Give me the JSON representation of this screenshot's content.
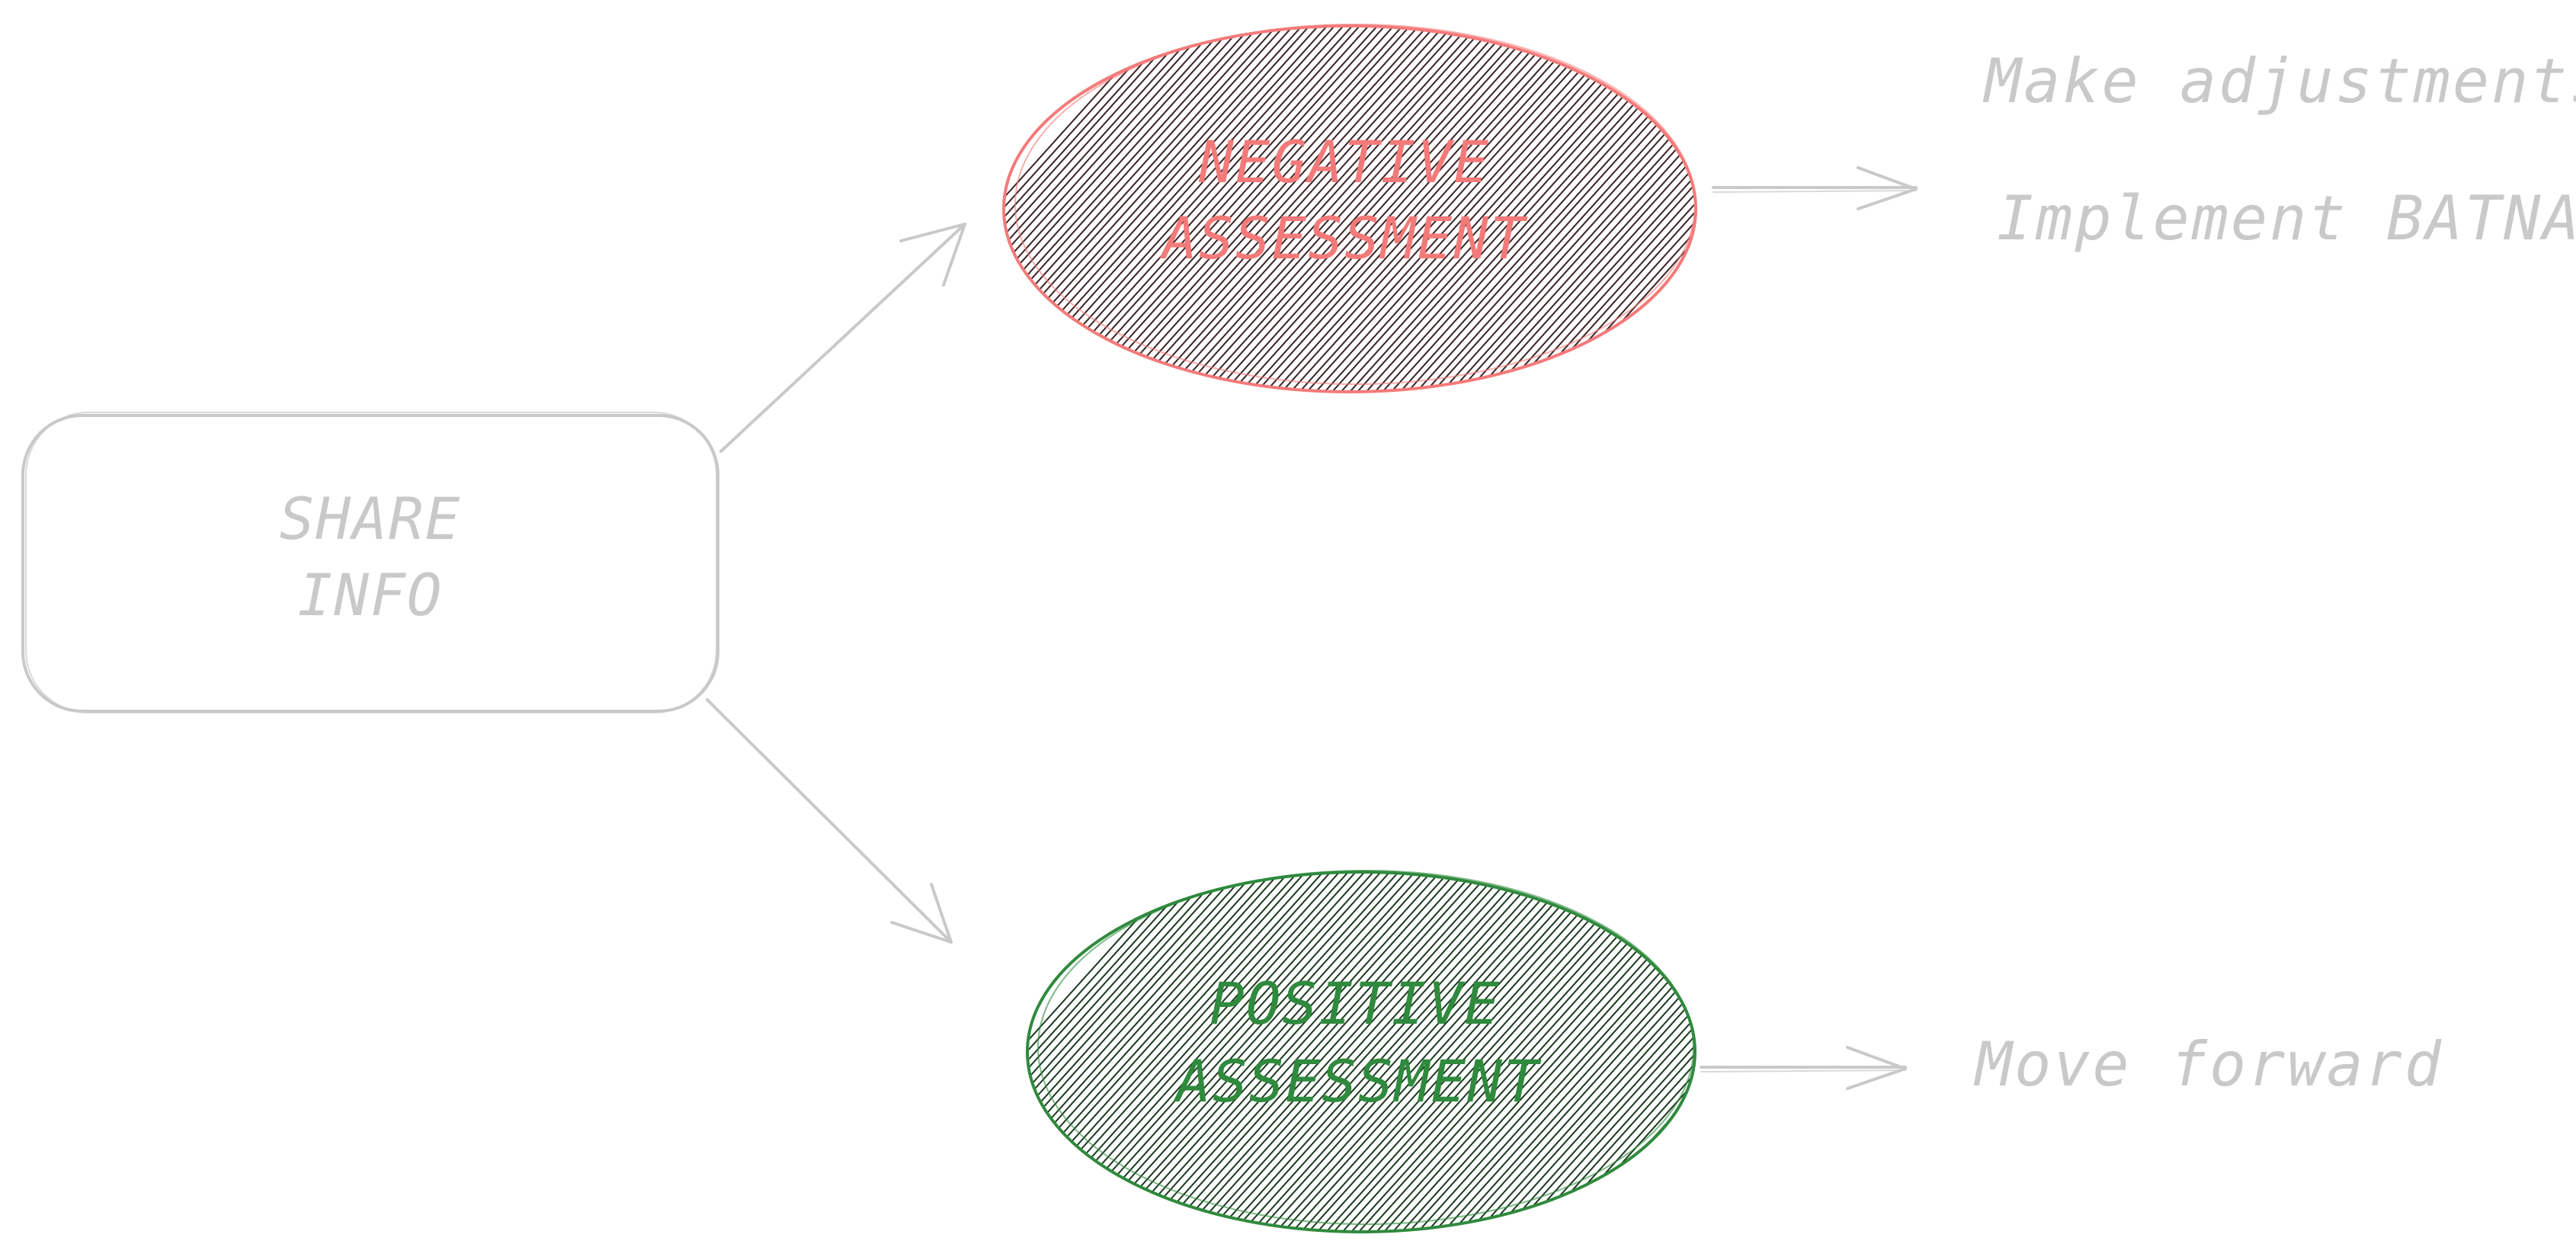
{
  "diagram": {
    "colors": {
      "neutral": "#c9c9c9",
      "negative": "#f47a7a",
      "negative_hatch": "#3a2426",
      "positive": "#2f8a3d",
      "positive_hatch": "#1c3a20"
    },
    "nodes": {
      "share_info": {
        "line1": "SHARE",
        "line2": "INFO"
      },
      "negative": {
        "line1": "NEGATIVE",
        "line2": "ASSESSMENT"
      },
      "positive": {
        "line1": "POSITIVE",
        "line2": "ASSESSMENT"
      }
    },
    "outcomes": {
      "negative": [
        "Make adjustments",
        "Implement BATNA"
      ],
      "positive": [
        "Move forward"
      ]
    }
  }
}
